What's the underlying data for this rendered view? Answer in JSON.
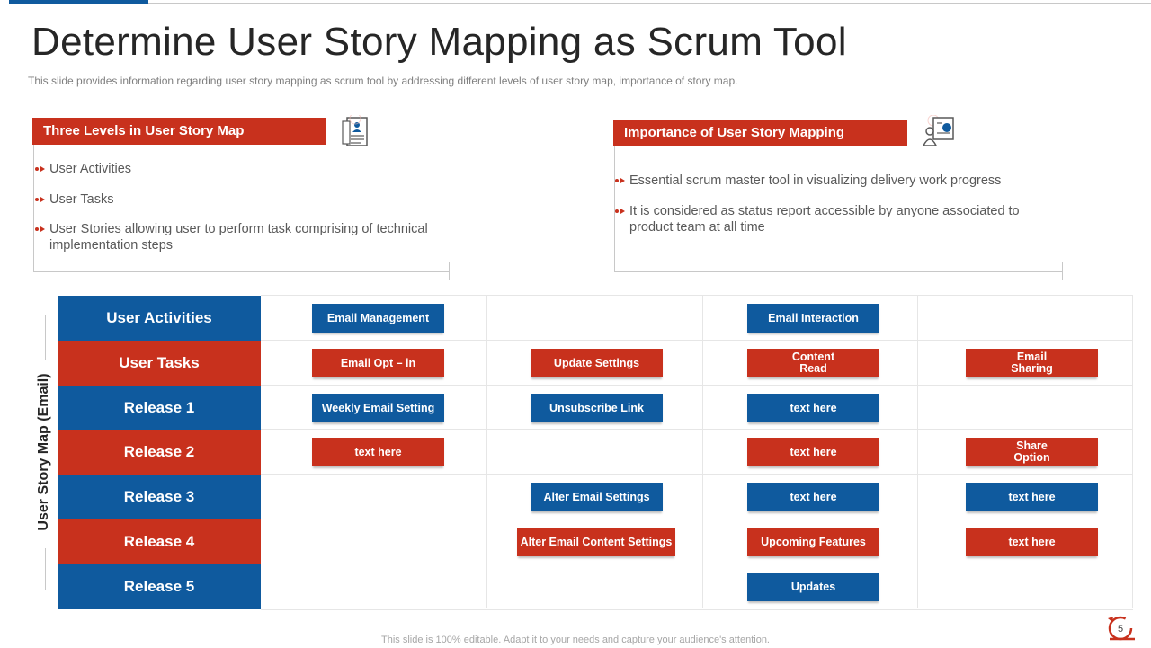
{
  "slide": {
    "title": "Determine User Story Mapping as Scrum Tool",
    "subtitle": "This slide provides information regarding user story mapping as scrum tool by addressing different levels of user story map, importance of story map.",
    "footer": "This slide is 100% editable. Adapt it to your needs and capture your audience's attention.",
    "page_number": "5"
  },
  "colors": {
    "blue": "#0f5a9e",
    "red": "#c8311d"
  },
  "left_section": {
    "header": "Three Levels in User Story Map",
    "icon": "resume-document-icon",
    "bullets": [
      "User Activities",
      "User Tasks",
      "User Stories allowing user to perform task comprising of technical implementation steps"
    ]
  },
  "right_section": {
    "header": "Importance of User Story Mapping",
    "icon": "presenter-chart-icon",
    "bullets": [
      "Essential scrum master tool in visualizing delivery work progress",
      "It is considered as status report accessible by anyone associated to product team at all time"
    ]
  },
  "story_map": {
    "vertical_label": "User Story Map (Email)",
    "rows": [
      {
        "label": "User Activities",
        "color": "blue",
        "cells": [
          "Email Management",
          "",
          "Email Interaction",
          ""
        ]
      },
      {
        "label": "User Tasks",
        "color": "red",
        "cells": [
          "Email Opt – in",
          "Update Settings",
          "Content\nRead",
          "Email\nSharing"
        ]
      },
      {
        "label": "Release 1",
        "color": "blue",
        "cells": [
          "Weekly Email Setting",
          "Unsubscribe Link",
          "text here",
          ""
        ]
      },
      {
        "label": "Release 2",
        "color": "red",
        "cells": [
          "text here",
          "",
          "text here",
          "Share\nOption"
        ]
      },
      {
        "label": "Release 3",
        "color": "blue",
        "cells": [
          "",
          "Alter Email Settings",
          "text here",
          "text here"
        ]
      },
      {
        "label": "Release 4",
        "color": "red",
        "cells": [
          "",
          "Alter Email Content  Settings",
          "Upcoming Features",
          "text here"
        ]
      },
      {
        "label": "Release 5",
        "color": "blue",
        "cells": [
          "",
          "",
          "Updates",
          ""
        ]
      }
    ]
  }
}
